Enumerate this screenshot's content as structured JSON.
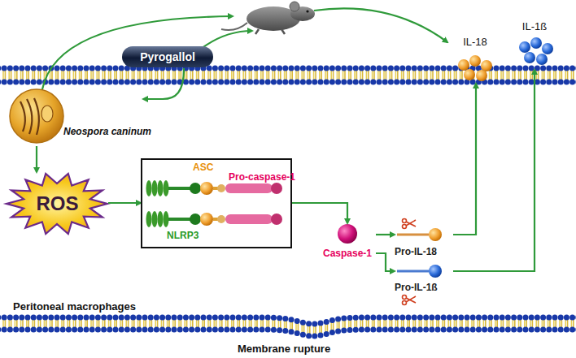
{
  "diagram": {
    "nodes": [
      {
        "text": [
          "Pyrogallol"
        ]
      },
      {
        "text": [
          "Neospora caninum"
        ]
      },
      {
        "text": [
          "ROS"
        ]
      },
      {
        "text": []
      },
      {
        "text": [
          "ASC"
        ],
        "in": 3
      },
      {
        "text": [
          "Pro-caspase-1"
        ],
        "in": 3
      },
      {
        "text": [
          "NLRP3"
        ],
        "in": 3
      },
      {
        "text": [
          "Caspase-1"
        ]
      },
      {
        "text": [
          "Pro-IL-18"
        ]
      },
      {
        "text": [
          "Pro-IL-1ß"
        ]
      },
      {
        "text": [
          "IL-18"
        ]
      },
      {
        "text": [
          "IL-1ß"
        ]
      }
    ],
    "edges": [
      {
        "from": 1,
        "to": 2,
        "arrow": "to"
      },
      {
        "from": 2,
        "to": 3,
        "arrow": "to"
      },
      {
        "from": 3,
        "to": 7,
        "arrow": "to"
      },
      {
        "from": 7,
        "to": 8,
        "arrow": "to"
      },
      {
        "from": 7,
        "to": 9,
        "arrow": "to"
      },
      {
        "from": 8,
        "to": 10,
        "arrow": "to"
      },
      {
        "from": 9,
        "to": 11,
        "arrow": "to"
      }
    ],
    "labels": [
      "Peritoneal macrophages",
      "Membrane rupture"
    ]
  }
}
